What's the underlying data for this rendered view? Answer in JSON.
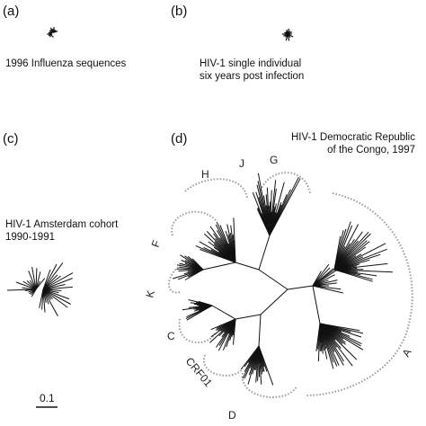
{
  "panels": {
    "a": {
      "label": "(a)",
      "caption": [
        "1996 Influenza sequences"
      ]
    },
    "b": {
      "label": "(b)",
      "caption": [
        "HIV-1 single individual",
        "six years post infection"
      ]
    },
    "c": {
      "label": "(c)",
      "caption": [
        "HIV-1 Amsterdam cohort",
        "1990-1991"
      ]
    },
    "d": {
      "label": "(d)",
      "caption": [
        "HIV-1 Democratic Republic",
        "of the Congo, 1997"
      ]
    }
  },
  "clades": [
    "H",
    "J",
    "G",
    "F",
    "K",
    "C",
    "CRF01",
    "D",
    "A"
  ],
  "scale_bar": {
    "label": "0.1"
  },
  "colors": {
    "ink": "#111111",
    "outline": "#9a9a9a"
  }
}
